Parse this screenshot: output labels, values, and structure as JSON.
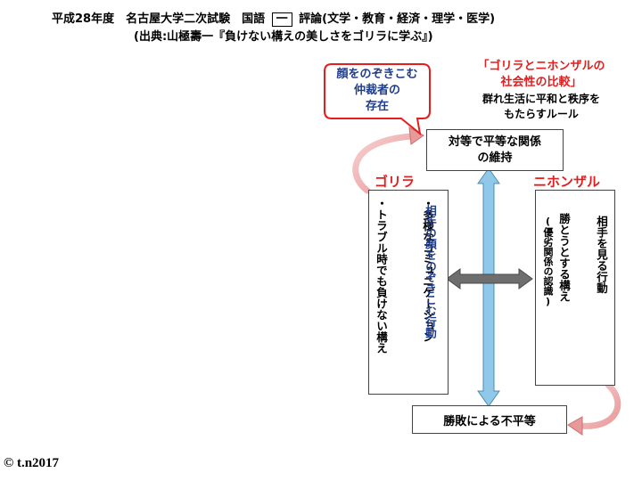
{
  "header": {
    "line1_a": "平成28年度　名古屋大学二次試験　国語",
    "line1_boxed": "一",
    "line1_b": "評論(文学・教育・経済・理学・医学)",
    "line2": "(出典:山極壽一『負けない構えの美しさをゴリラに学ぶ』)"
  },
  "callout": {
    "text": "顔をのぞきこむ\n仲裁者の\n存在"
  },
  "comparison": {
    "title": "「ゴリラとニホンザルの\n社会性の比較」",
    "subtitle": "群れ生活に平和と秩序を\nもたらすルール"
  },
  "top_box": {
    "text": "対等で平等な関係\nの維持"
  },
  "bottom_box": {
    "text": "勝敗による不平等"
  },
  "gorilla": {
    "label": "ゴリラ",
    "action": "相手の顔をのぞきこむ行動",
    "line1": "・多様なコミュニケーション",
    "line2": "・トラブル時でも負けない構え"
  },
  "monkey": {
    "label": "ニホンザル",
    "action": "相手を見る行動",
    "line1": "勝とうとする構え",
    "line2": "(優劣関係の認識)"
  },
  "copyright": "© t.n2017",
  "colors": {
    "red": "#e41d1d",
    "navy": "#1f3c88",
    "light_blue": "#8fc8e8",
    "gray_arrow": "#6e6e6e",
    "pink_arrow": "#f2b7b7"
  }
}
